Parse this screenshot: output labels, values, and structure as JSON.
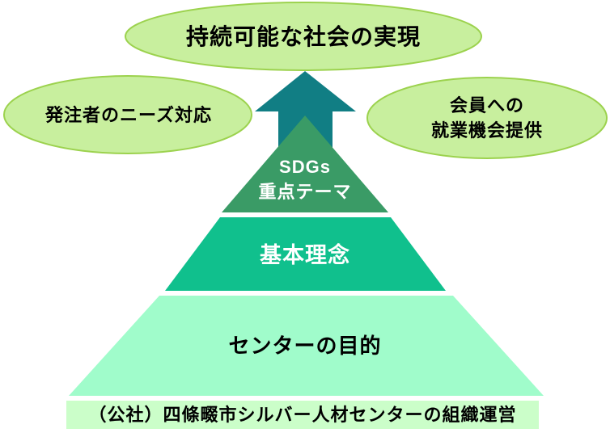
{
  "diagram": {
    "top_ellipse": {
      "label": "持続可能な社会の実現"
    },
    "left_ellipse": {
      "label": "発注者のニーズ対応"
    },
    "right_ellipse": {
      "line1": "会員への",
      "line2": "就業機会提供"
    },
    "pyramid": {
      "level1": {
        "line1": "SDGs",
        "line2": "重点テーマ"
      },
      "level2": {
        "label": "基本理念"
      },
      "level3": {
        "label": "センターの目的"
      }
    },
    "base_bar": {
      "label": "（公社）四條畷市シルバー人材センターの組織運営"
    },
    "colors": {
      "ellipse_fill": "#C8EF9E",
      "ellipse_border": "#9CD24E",
      "arrow": "#117E84",
      "level1_fill": "#3A9B66",
      "level2_fill": "#10C08D",
      "level3_fill": "#A0FCCB",
      "base_bar_fill": "#CBFEC9",
      "text_dark": "#000000",
      "text_light": "#FFFFFF",
      "background": "#FFFFFF"
    }
  }
}
